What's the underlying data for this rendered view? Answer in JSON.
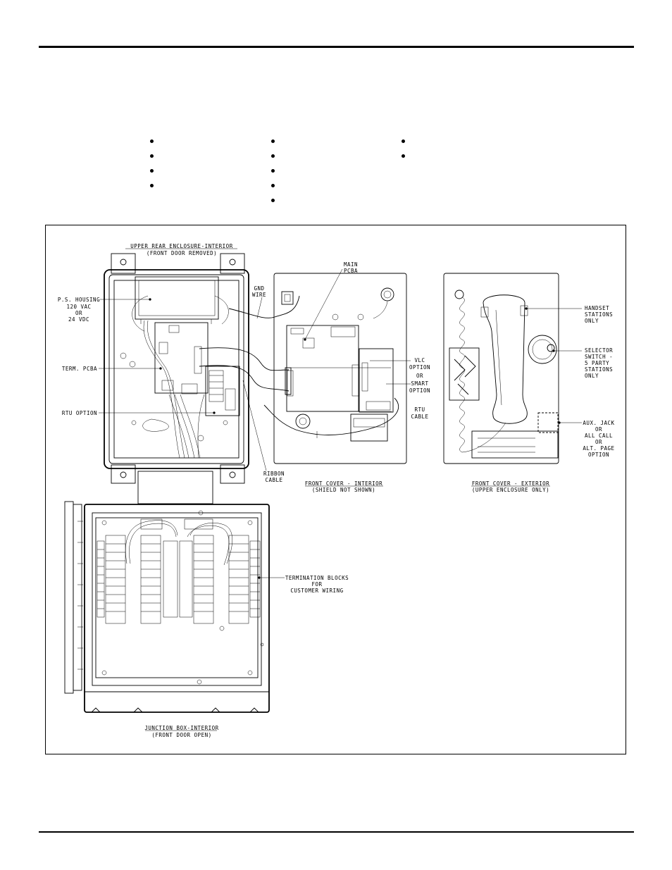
{
  "labels": {
    "upper_rear_title": "UPPER REAR ENCLOSURE-INTERIOR",
    "upper_rear_sub": "(FRONT DOOR REMOVED)",
    "ps_housing_1": "P.S. HOUSING",
    "ps_housing_2": "120 VAC",
    "ps_housing_3": "OR",
    "ps_housing_4": "24 VDC",
    "term_pcba": "TERM. PCBA",
    "rtu_option": "RTU OPTION",
    "gnd_wire_1": "GND",
    "gnd_wire_2": "WIRE",
    "main_pcba_1": "MAIN",
    "main_pcba_2": "PCBA",
    "vlc_1": "VLC",
    "vlc_2": "OPTION",
    "vlc_or": "OR",
    "smart_1": "SMART",
    "smart_2": "OPTION",
    "rtu_cable_1": "RTU",
    "rtu_cable_2": "CABLE",
    "ribbon_1": "RIBBON",
    "ribbon_2": "CABLE",
    "front_int_title": "FRONT COVER - INTERIOR",
    "front_int_sub": "(SHIELD NOT SHOWN)",
    "handset_1": "HANDSET",
    "handset_2": "STATIONS",
    "handset_3": "ONLY",
    "selector_1": "SELECTOR",
    "selector_2": "SWITCH -",
    "selector_3": "5 PARTY",
    "selector_4": "STATIONS",
    "selector_5": "ONLY",
    "aux_1": "AUX. JACK",
    "aux_2": "OR",
    "aux_3": "ALL CALL",
    "aux_4": "OR",
    "aux_5": "ALT. PAGE",
    "aux_6": "OPTION",
    "front_ext_title": "FRONT COVER - EXTERIOR",
    "front_ext_sub": "(UPPER ENCLOSURE ONLY)",
    "term_blocks_1": "TERMINATION BLOCKS",
    "term_blocks_2": "FOR",
    "term_blocks_3": "CUSTOMER WIRING",
    "junction_title": "JUNCTION BOX-INTERIOR",
    "junction_sub": "(FRONT DOOR OPEN)"
  }
}
